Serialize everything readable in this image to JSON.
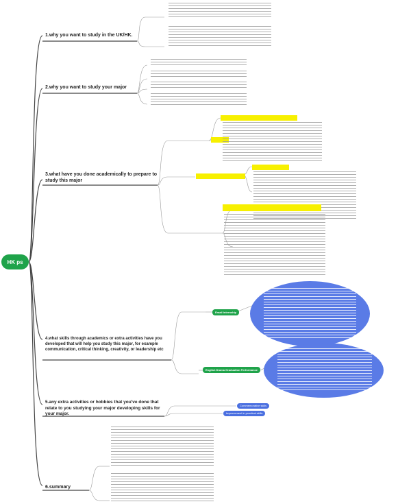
{
  "root": {
    "label": "HK ps"
  },
  "branches": [
    {
      "label": "1.why you want to study in the UK/HK."
    },
    {
      "label": "2.why you want to study your major"
    },
    {
      "label": "3.what have you done academically to prepare to study this major"
    },
    {
      "label": "4.what skills through academics or extra activities have you developed that will help you study this major, for example communication, critical thinking, creativity, or leadership etc"
    },
    {
      "label": "5.any extra activities or hobbies that you've done that relate to you studying your major developing skills for your major."
    },
    {
      "label": "6.summary"
    }
  ],
  "skills": {
    "nodes": [
      {
        "label": "Email internship"
      },
      {
        "label": "English Drama Graduation Performance"
      }
    ]
  },
  "activities": {
    "nodes": [
      {
        "label": "Commemorative skills"
      },
      {
        "label": "Improvement in practical skills"
      }
    ]
  },
  "colors": {
    "root": "#1fa34a",
    "line": "#444444",
    "highlight": "#f7f000",
    "blob": "#5a7be6"
  }
}
